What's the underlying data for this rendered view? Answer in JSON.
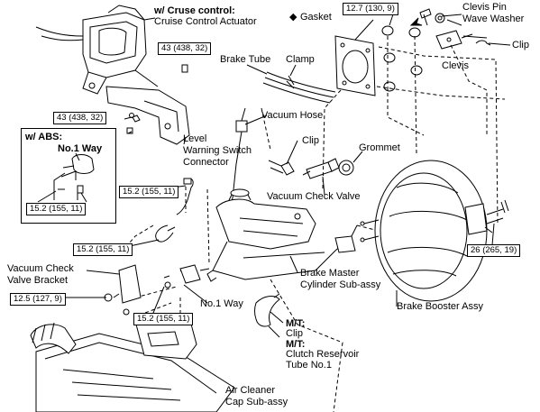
{
  "labels": {
    "cruise_heading": "w/ Cruse control:",
    "cruise_actuator": "Cruise Control Actuator",
    "gasket": "Gasket",
    "gasket_symbol": "◆",
    "clevis_pin": "Clevis Pin",
    "wave_washer": "Wave Washer",
    "clip_top": "Clip",
    "clevis": "Clevis",
    "brake_tube": "Brake Tube",
    "clamp": "Clamp",
    "vacuum_hose": "Vacuum Hose",
    "clip_mid": "Clip",
    "level_warning_1": "Level",
    "level_warning_2": "Warning Switch",
    "level_warning_3": "Connector",
    "grommet": "Grommet",
    "vacuum_check_valve": "Vacuum Check Valve",
    "abs_heading": "w/ ABS:",
    "no1_way_abs": "No.1 Way",
    "vcv_bracket_1": "Vacuum Check",
    "vcv_bracket_2": "Valve Bracket",
    "brake_master_1": "Brake Master",
    "brake_master_2": "Cylinder Sub-assy",
    "brake_booster": "Brake Booster Assy",
    "no1_way": "No.1 Way",
    "mt_1": "M/T:",
    "mt_clip": "Clip",
    "mt_2": "M/T:",
    "clutch_1": "Clutch Reservoir",
    "clutch_2": "Tube No.1",
    "air_cleaner_1": "Air Cleaner",
    "air_cleaner_2": "Cap Sub-assy"
  },
  "torques": {
    "t_top_center": "12.7 (130, 9)",
    "t_actuator": "43 (438, 32)",
    "t_left": "43 (438, 32)",
    "t_abs": "15.2 (155, 11)",
    "t_tube_upper": "15.2 (155, 11)",
    "t_tube_left": "15.2 (155, 11)",
    "t_bracket": "12.5 (127, 9)",
    "t_no1way": "15.2 (155, 11)",
    "t_booster": "26 (265, 19)"
  }
}
